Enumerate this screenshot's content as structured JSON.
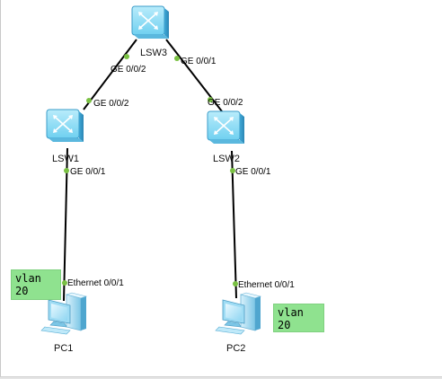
{
  "devices": {
    "lsw3": "LSW3",
    "lsw1": "LSW1",
    "lsw2": "LSW2",
    "pc1": "PC1",
    "pc2": "PC2"
  },
  "links": {
    "lsw3_to_lsw1": {
      "lsw3_port": "GE 0/0/2",
      "lsw1_port": "GE 0/0/2"
    },
    "lsw3_to_lsw2": {
      "lsw3_port": "GE 0/0/1",
      "lsw2_port": "GE 0/0/2"
    },
    "lsw1_to_pc1": {
      "lsw1_port": "GE 0/0/1",
      "pc1_port": "Ethernet 0/0/1"
    },
    "lsw2_to_pc2": {
      "lsw2_port": "GE 0/0/1",
      "pc2_port": "Ethernet 0/0/1"
    }
  },
  "notes": {
    "pc1": "vlan 20",
    "pc2": "vlan 20"
  },
  "colors": {
    "link_line": "#000000",
    "port_dot": "#7ac143",
    "note_bg": "#8fe28f",
    "switch_body": "#66ccee"
  },
  "icons": {
    "switch": "l3-switch-icon",
    "pc": "pc-icon"
  }
}
